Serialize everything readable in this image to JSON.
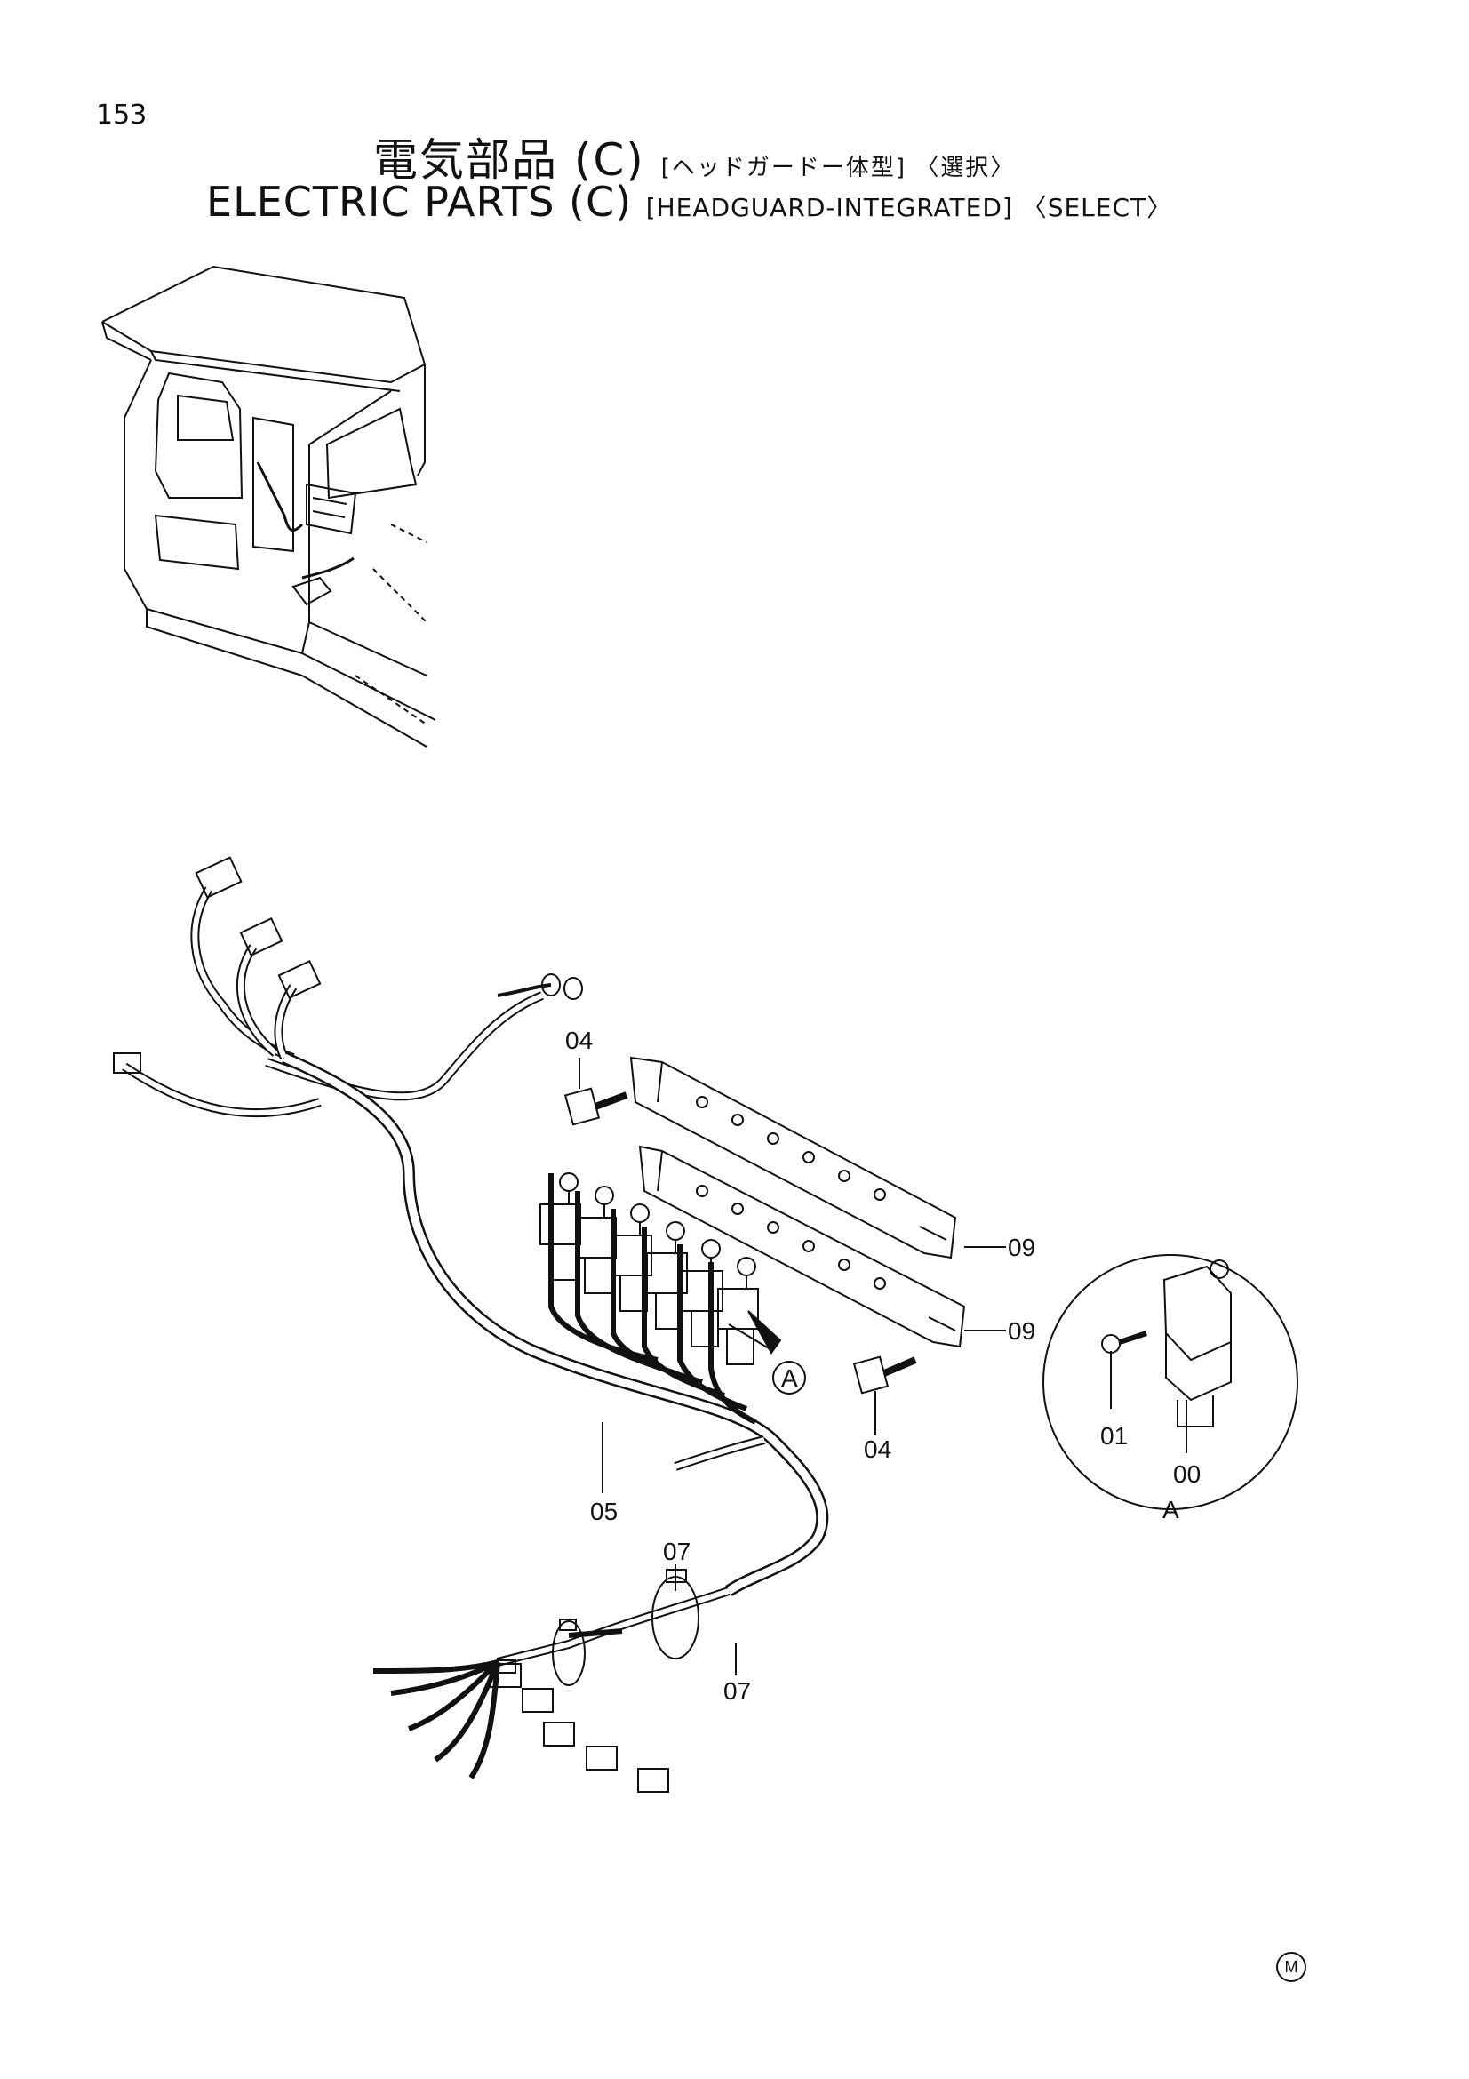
{
  "page_number": "153",
  "title": {
    "jp_main": "電気部品 (C)",
    "jp_sub": "[ヘッドガードー体型] 〈選択〉",
    "en_main": "ELECTRIC PARTS (C)",
    "en_sub": "[HEADGUARD-INTEGRATED] 〈SELECT〉"
  },
  "callouts": {
    "bolt_top": "04",
    "bracket_upper": "09",
    "bracket_lower": "09",
    "bolt_bottom": "04",
    "harness": "05",
    "clamp_upper": "07",
    "clamp_lower": "07",
    "detail_ref": "A",
    "detail_screw": "01",
    "detail_relay": "00",
    "detail_caption": "A"
  },
  "footer_mark": "M"
}
